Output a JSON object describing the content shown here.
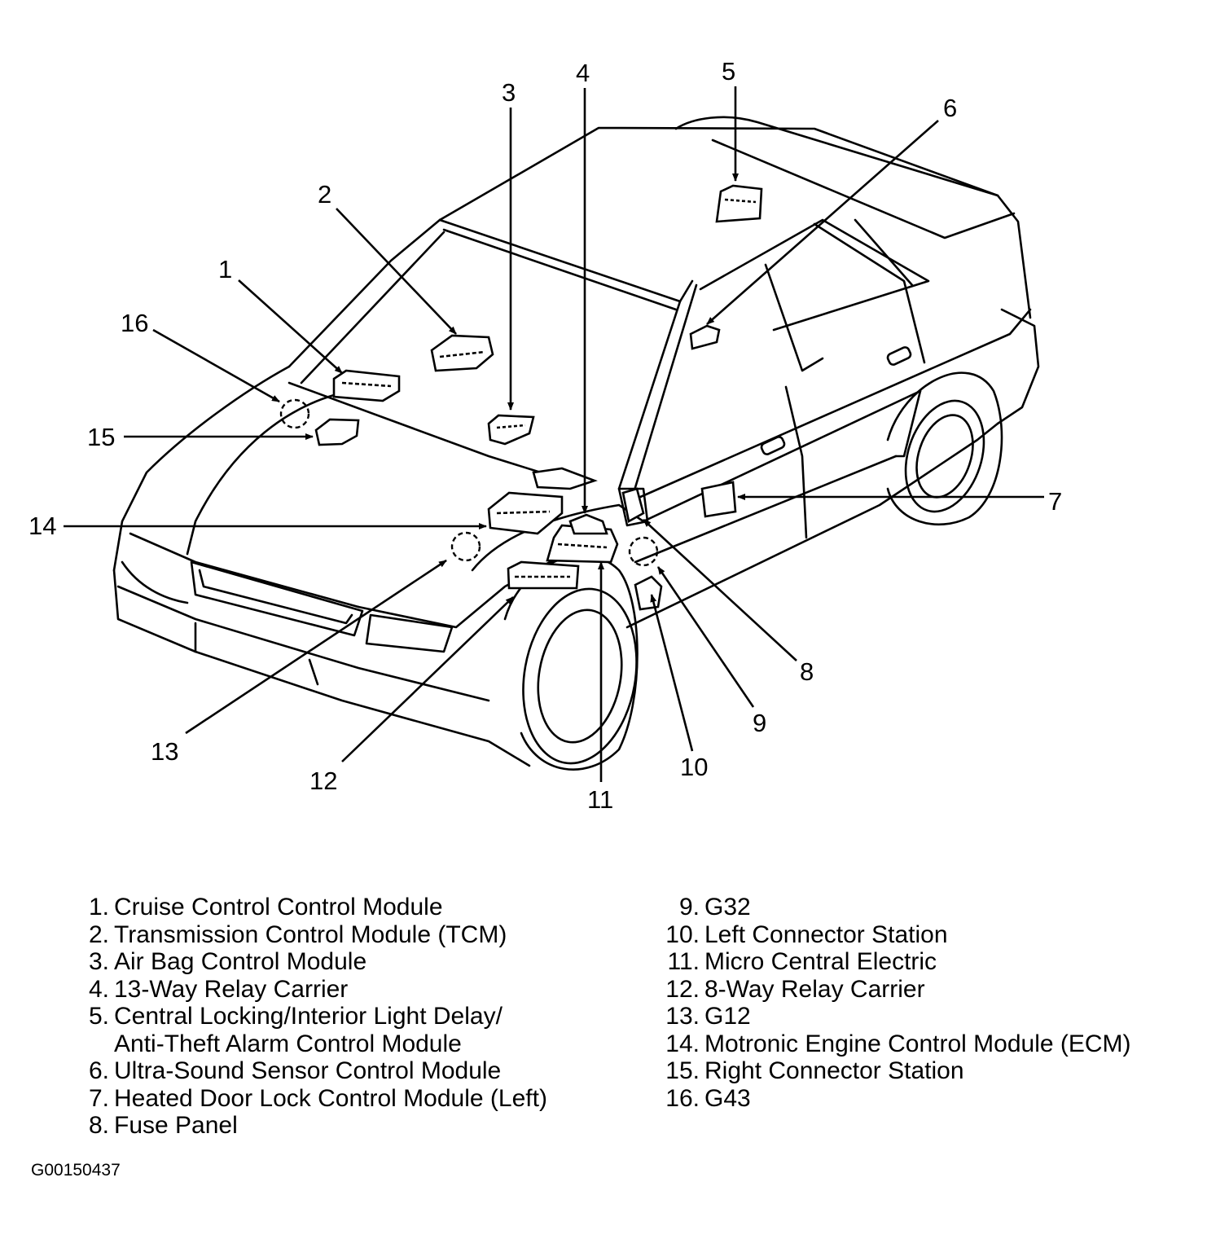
{
  "callouts": [
    "1",
    "2",
    "3",
    "4",
    "5",
    "6",
    "7",
    "8",
    "9",
    "10",
    "11",
    "12",
    "13",
    "14",
    "15",
    "16"
  ],
  "legend_left": [
    {
      "num": "1.",
      "text": "Cruise Control Control Module"
    },
    {
      "num": "2.",
      "text": "Transmission Control Module (TCM)"
    },
    {
      "num": "3.",
      "text": "Air Bag Control Module"
    },
    {
      "num": "4.",
      "text": "13-Way Relay Carrier"
    },
    {
      "num": "5.",
      "text": "Central Locking/Interior Light Delay/",
      "cont": "Anti-Theft Alarm Control Module"
    },
    {
      "num": "6.",
      "text": "Ultra-Sound Sensor Control Module"
    },
    {
      "num": "7.",
      "text": "Heated Door Lock Control Module (Left)"
    },
    {
      "num": "8.",
      "text": "Fuse Panel"
    }
  ],
  "legend_right": [
    {
      "num": "9.",
      "text": "G32"
    },
    {
      "num": "10.",
      "text": "Left Connector Station"
    },
    {
      "num": "11.",
      "text": "Micro Central Electric"
    },
    {
      "num": "12.",
      "text": "8-Way Relay Carrier"
    },
    {
      "num": "13.",
      "text": "G12"
    },
    {
      "num": "14.",
      "text": "Motronic Engine Control Module (ECM)"
    },
    {
      "num": "15.",
      "text": "Right Connector Station"
    },
    {
      "num": "16.",
      "text": "G43"
    }
  ],
  "figure_id": "G00150437"
}
